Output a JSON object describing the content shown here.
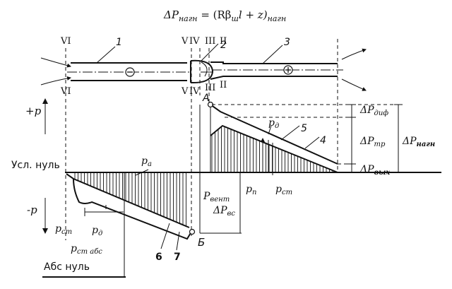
{
  "formula": {
    "lhs": "ΔP",
    "lhs_sub": "нагн",
    "eq_text": " = (Rβ",
    "beta_sub": "ш",
    "mid_text": "l + z)",
    "rhs_sub": "нагн"
  },
  "sections": {
    "vi_top": "VI",
    "v_top": "V",
    "iv_top": "IV",
    "iii_top": "III",
    "ii_top": "II",
    "vi_bot": "VI",
    "v_bot": "V",
    "iv_bot": "IV",
    "iii_bot": "III",
    "ii_bot": "II"
  },
  "numbers": {
    "n1": "1",
    "n2": "2",
    "n3": "3",
    "n4": "4",
    "n5": "5",
    "n6": "6",
    "n7": "7"
  },
  "signs": {
    "minus": "−",
    "plus": "+"
  },
  "axis": {
    "plus_p": "+p",
    "minus_p": "-p",
    "usl_null": "Усл. нуль",
    "abs_null": "Абс нуль"
  },
  "points": {
    "a": "A",
    "b": "Б"
  },
  "labels": {
    "pa": "p",
    "pa_sub": "a",
    "pst": "p",
    "pst_sub": "ст",
    "pd_left": "p",
    "pd_left_sub": "д",
    "pst_abs": "p",
    "pst_abs_sub": "ст абс",
    "pvent": "P",
    "pvent_sub": "вент",
    "dpvs": "ΔP",
    "dpvs_sub": "вс",
    "pp": "p",
    "pp_sub": "п",
    "pst_right": "p",
    "pst_right_sub": "ст",
    "pd_right": "p",
    "pd_right_sub": "д",
    "dpdif": "ΔP",
    "dpdif_sub": "диф",
    "dptr": "ΔP",
    "dptr_sub": "тр",
    "dpvyh": "ΔP",
    "dpvyh_sub": "вых",
    "dpnagn": "ΔP",
    "dpnagn_sub": "нагн"
  }
}
